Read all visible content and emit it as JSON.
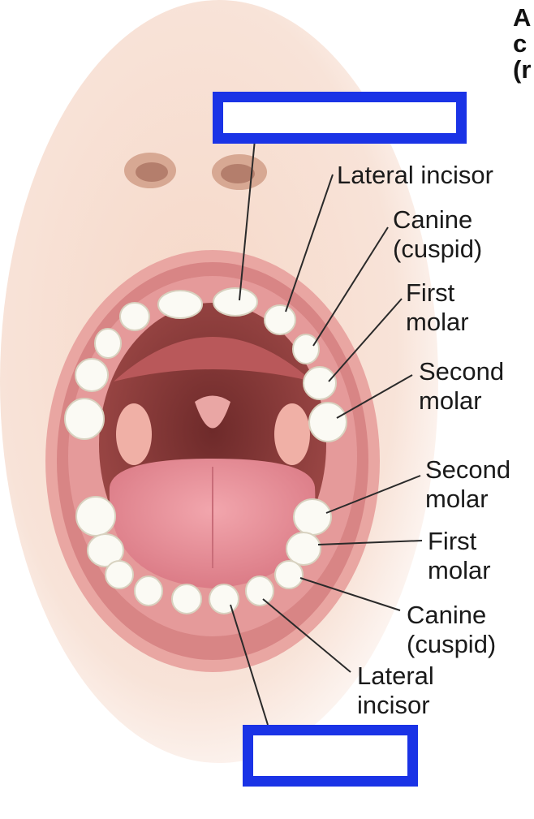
{
  "colors": {
    "answer_box_border": "#1a33e6"
  },
  "corner_text": [
    "A",
    "c",
    "(r"
  ],
  "upper_labels": {
    "lateral_incisor": "Lateral incisor",
    "canine": [
      "Canine",
      "(cuspid)"
    ],
    "first_molar": [
      "First",
      "molar"
    ],
    "second_molar": [
      "Second",
      "molar"
    ]
  },
  "lower_labels": {
    "second_molar": [
      "Second",
      "molar"
    ],
    "first_molar": [
      "First",
      "molar"
    ],
    "canine": [
      "Canine",
      "(cuspid)"
    ],
    "lateral_incisor": [
      "Lateral",
      "incisor"
    ]
  },
  "answer_boxes": {
    "upper": "",
    "lower": ""
  }
}
